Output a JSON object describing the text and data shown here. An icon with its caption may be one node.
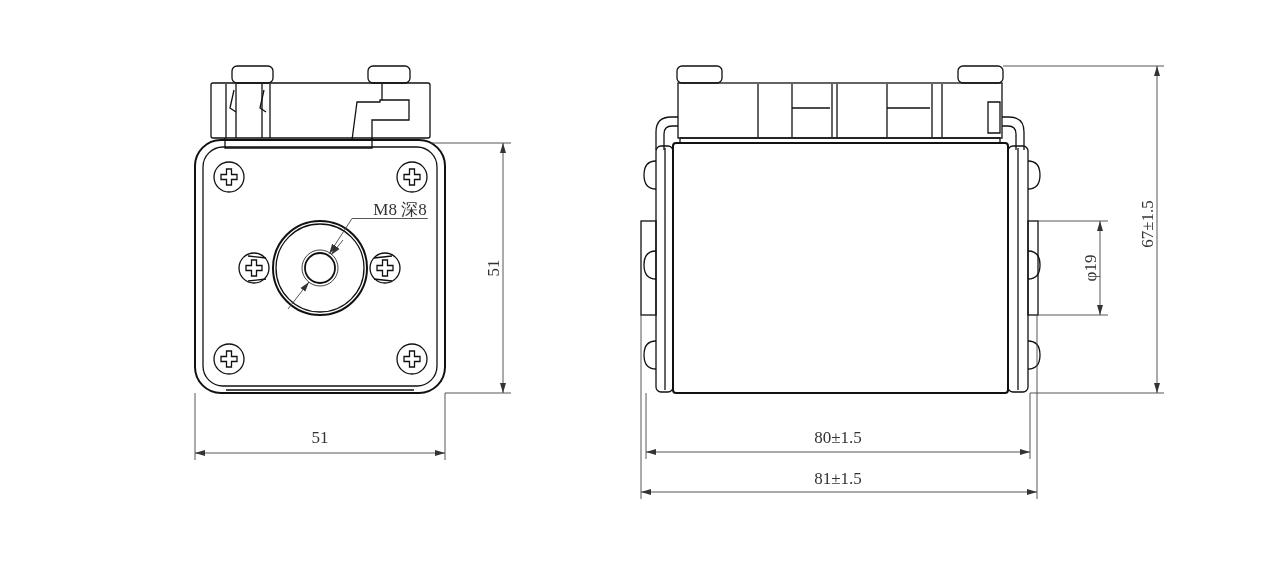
{
  "diagram": {
    "nodes": [
      {
        "text": [
          "M8 深8"
        ]
      },
      {
        "text": [],
        "shape": "circle"
      }
    ],
    "edges": [
      {
        "from": 0,
        "to": 1,
        "arrow": "to"
      }
    ],
    "labels": [
      "51",
      "51",
      "φ19",
      "67±1.5",
      "80±1.5",
      "81±1.5"
    ]
  }
}
